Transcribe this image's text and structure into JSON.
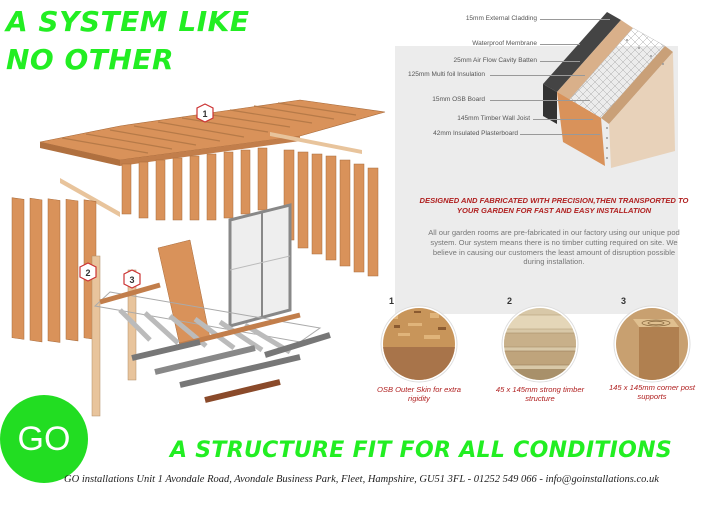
{
  "headline": {
    "line1": "A SYSTEM LIKE",
    "line2": "NO OTHER"
  },
  "layers": [
    "15mm External Cladding",
    "Waterproof Membrane",
    "25mm Air Flow Cavity Batten",
    "125mm Multi foil Insulation",
    "15mm OSB Board",
    "145mm Timber Wall Joist",
    "42mm Insulated Plasterboard"
  ],
  "callouts": [
    "1",
    "2",
    "3"
  ],
  "intro_heading": "DESIGNED AND FABRICATED WITH PRECISION,THEN TRANSPORTED TO YOUR GARDEN FOR FAST AND EASY INSTALLATION",
  "intro_body": "All our garden rooms are pre-fabricated in our factory using our unique pod system. Our system means there is no timber cutting required on site. We believe in causing our customers the least amount of disruption possible during installation.",
  "features": [
    {
      "number": "1",
      "caption": "OSB Outer Skin for extra rigidity"
    },
    {
      "number": "2",
      "caption": "45 x 145mm strong timber structure"
    },
    {
      "number": "3",
      "caption": "145 x 145mm corner post supports"
    }
  ],
  "logo_text": "GO",
  "tagline": "A STRUCTURE FIT FOR ALL CONDITIONS",
  "footer": "GO installations Unit 1 Avondale Road, Avondale Business Park, Fleet, Hampshire, GU51 3FL - 01252 549 066 - info@goinstallations.co.uk",
  "colors": {
    "accent_green": "#22ee22",
    "heading_red": "#b02020",
    "timber": "#d9925a"
  }
}
